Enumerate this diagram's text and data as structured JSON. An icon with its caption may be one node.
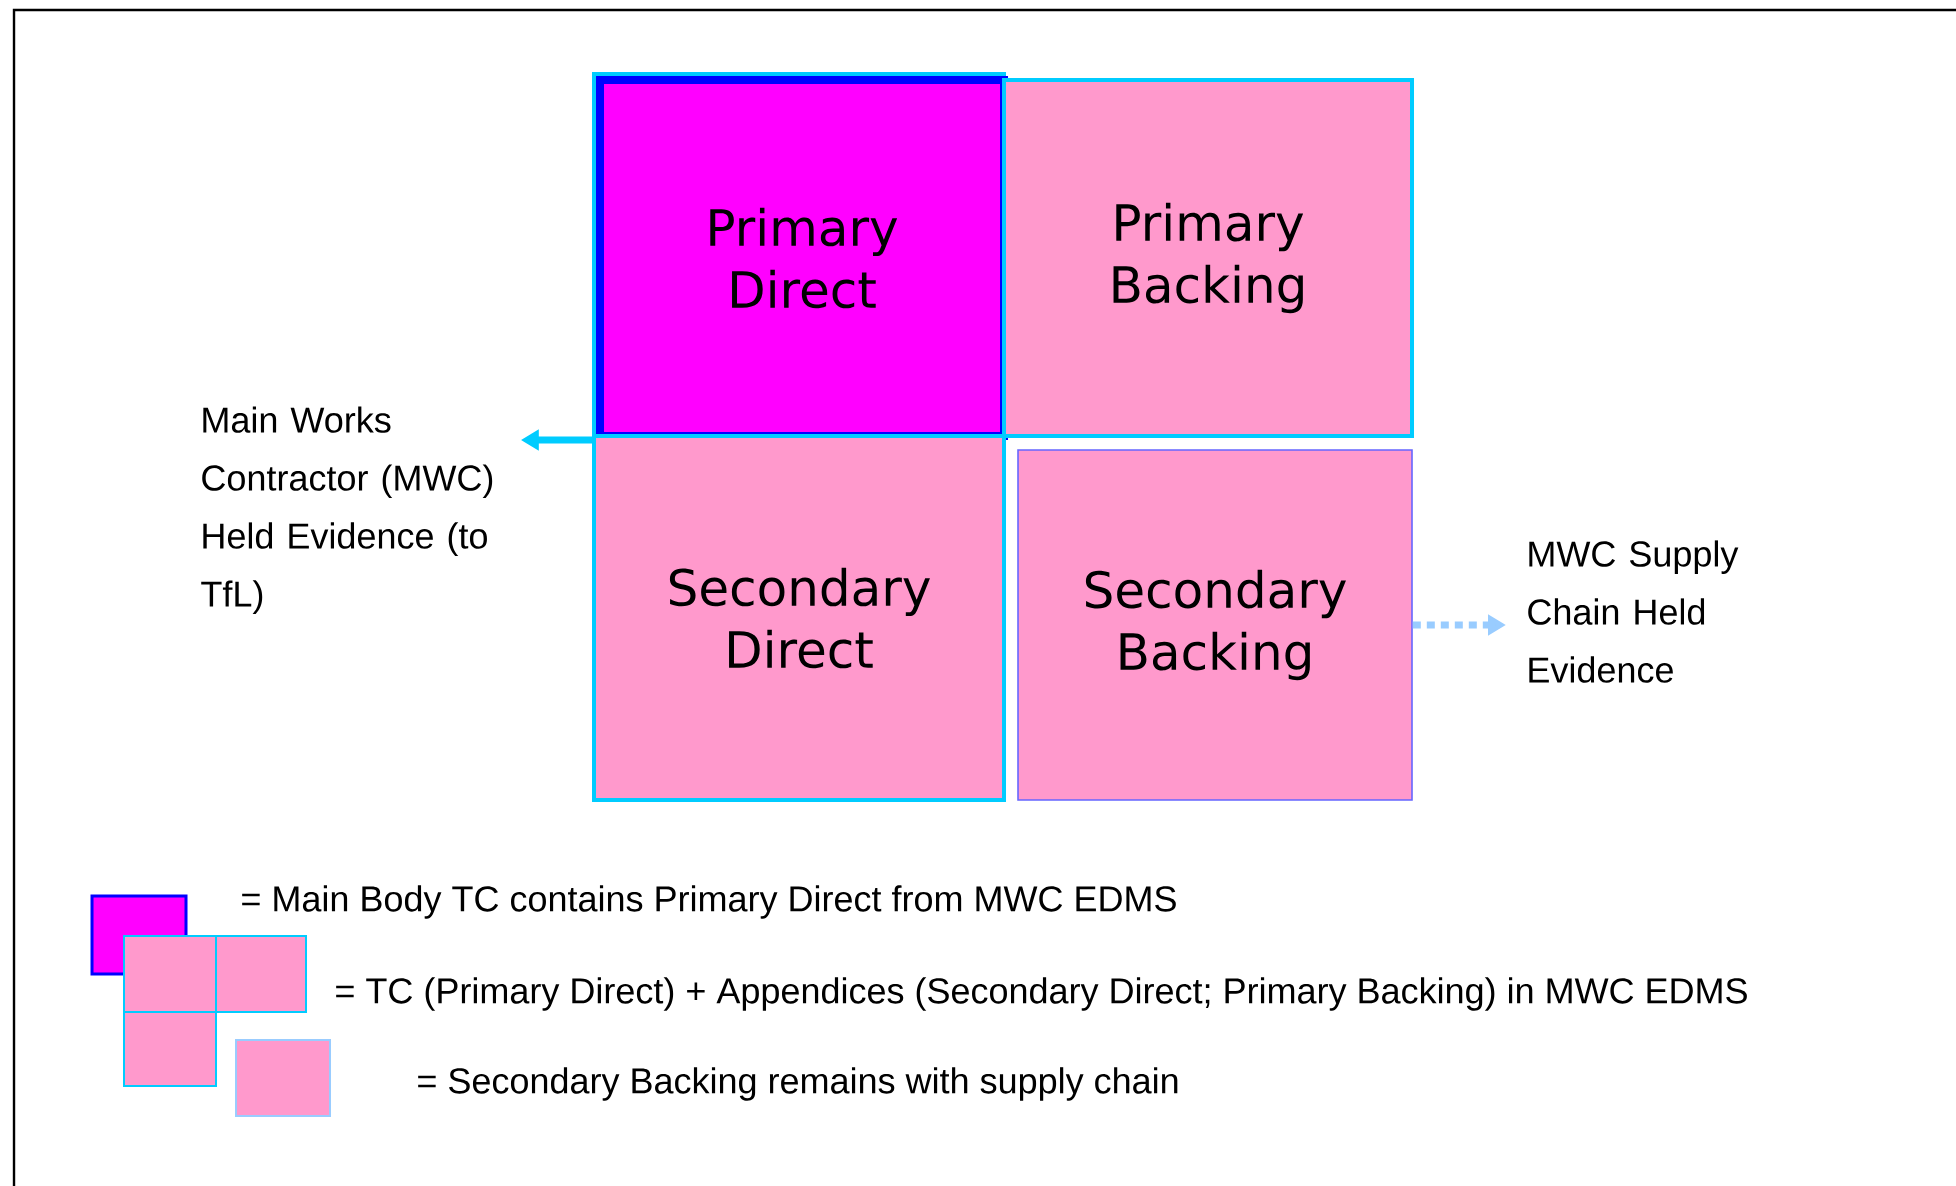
{
  "diagram": {
    "nodes": [
      {
        "text": [
          "Primary Direct"
        ]
      },
      {
        "text": [
          "Primary Backing"
        ]
      },
      {
        "text": [
          "Secondary Direct"
        ]
      },
      {
        "text": [
          "Secondary Backing"
        ]
      },
      {
        "text": [
          "Main Works Contractor (MWC) Held Evidence (to TfL)"
        ]
      },
      {
        "text": [
          "MWC Supply Chain Held Evidence"
        ]
      }
    ],
    "edges": [
      {
        "from": 0,
        "to": 4,
        "arrow": "to",
        "color": "#00ccff"
      },
      {
        "from": 3,
        "to": 5,
        "arrow": "to",
        "style": "dashed",
        "color": "#99ccff"
      }
    ],
    "legend": [
      {
        "text": "= Main Body TC contains Primary Direct from MWC EDMS",
        "color": "#ff00ff"
      },
      {
        "text": "= TC (Primary Direct) + Appendices (Secondary Direct; Primary Backing) in MWC EDMS",
        "color": "#ff99cc"
      },
      {
        "text": "= Secondary Backing remains with supply chain",
        "color": "#ff99cc"
      }
    ]
  }
}
